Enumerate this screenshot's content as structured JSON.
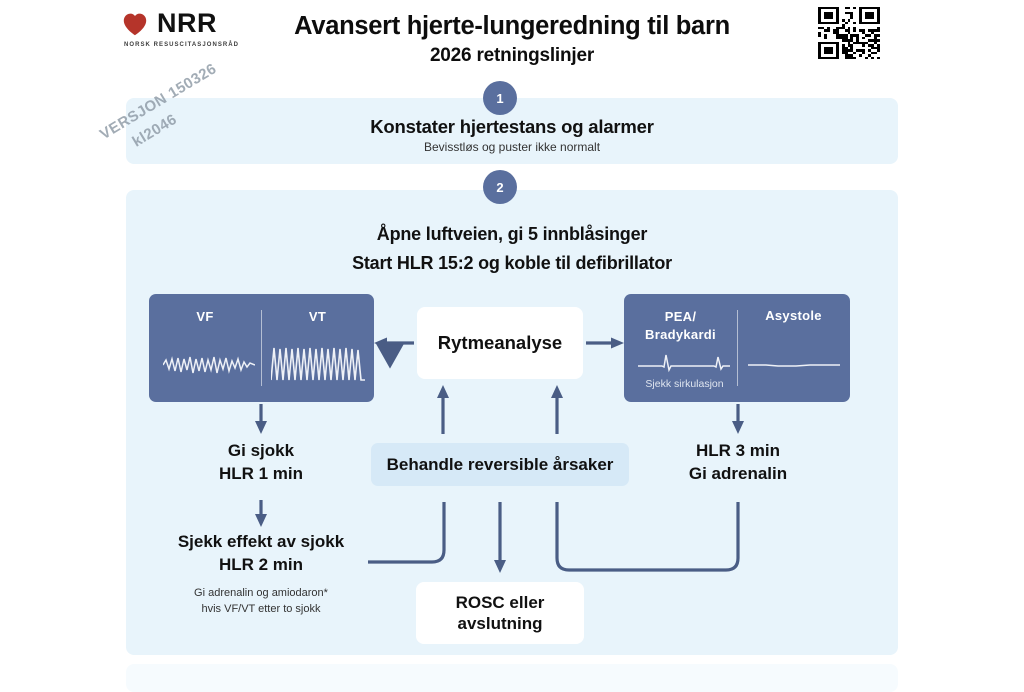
{
  "header": {
    "logo_text": "NRR",
    "logo_subtitle": "NORSK RESUSCITASJONSRÅD",
    "heart_icon": "heart-icon",
    "qr_icon": "qr-code-icon",
    "title": "Avansert hjerte-lungeredning til barn",
    "subtitle": "2026 retningslinjer"
  },
  "watermark": {
    "line1": "VERSJON 150326",
    "line2": "kl2046"
  },
  "steps": {
    "one": {
      "number": "1",
      "title": "Konstater hjertestans og alarmer",
      "subtitle": "Bevisstløs og puster ikke normalt"
    },
    "two": {
      "number": "2",
      "line1": "Åpne luftveien, gi 5 innblåsinger",
      "line2": "Start HLR 15:2 og koble til defibrillator"
    }
  },
  "rhythm_boxes": {
    "shockable": {
      "left_label": "VF",
      "right_label": "VT",
      "left_ecg": "ventricular-fibrillation-waveform",
      "right_ecg": "ventricular-tachycardia-waveform"
    },
    "non_shockable": {
      "left_label": "PEA/\nBradykardi",
      "left_label_line1": "PEA/",
      "left_label_line2": "Bradykardi",
      "right_label": "Asystole",
      "left_caption": "Sjekk sirkulasjon",
      "left_ecg": "pea-bradycardia-waveform",
      "right_ecg": "asystole-flatline-waveform"
    }
  },
  "nodes": {
    "rhythm_analysis": "Rytmeanalyse",
    "reversible_causes": "Behandle reversible årsaker",
    "outcome_line1": "ROSC eller",
    "outcome_line2": "avslutning"
  },
  "branches": {
    "shockable_step1_line1": "Gi sjokk",
    "shockable_step1_line2": "HLR 1 min",
    "shockable_step2_line1": "Sjekk effekt av sjokk",
    "shockable_step2_line2": "HLR 2 min",
    "footnote_line1": "Gi adrenalin og amiodaron*",
    "footnote_line2": "hvis VF/VT etter to sjokk",
    "non_shockable_line1": "HLR 3 min",
    "non_shockable_line2": "Gi adrenalin"
  },
  "colors": {
    "panel_background": "#e8f4fb",
    "box_navy": "#5a6f9e",
    "connector": "#4a5d85",
    "highlight_box": "#d6e9f7",
    "heart_red": "#c0392b"
  }
}
